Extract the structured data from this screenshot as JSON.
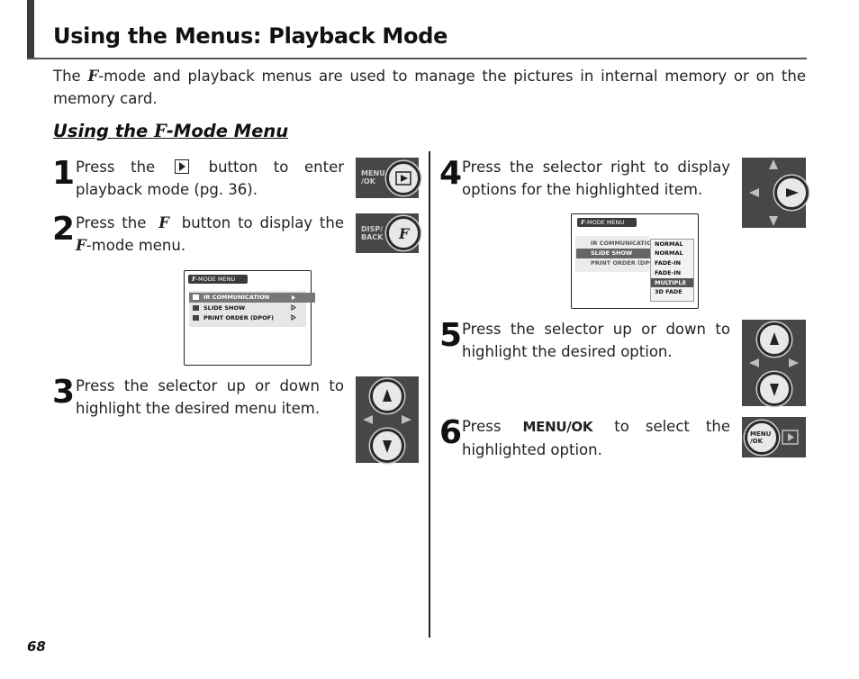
{
  "header": {
    "title": "Using the Menus: Playback Mode",
    "intro_prefix": "The",
    "intro_text": "-mode and playback menus are used to manage the pictures in internal memory or on the memory card."
  },
  "section": {
    "prefix": "Using the",
    "suffix": "-Mode Menu"
  },
  "f_symbol": "F",
  "steps": [
    {
      "num": "1",
      "pre": "Press the",
      "post": "button to enter playback mode (pg. 36)."
    },
    {
      "num": "2",
      "pre": "Press the",
      "post": "button to display the",
      "post2": "-mode menu."
    },
    {
      "num": "3",
      "text": "Press the selector up or down to highlight the desired menu item."
    },
    {
      "num": "4",
      "text": "Press the selector right to display options for the highlighted item."
    },
    {
      "num": "5",
      "text": "Press the selector up or down to highlight the desired option."
    },
    {
      "num": "6",
      "pre": "Press",
      "bold": "MENU/OK",
      "post": "to select the highlighted option."
    }
  ],
  "button_labels": {
    "menu_ok": "MENU\n/OK",
    "disp_back": "DISP/\nBACK",
    "menu_btn": "MENU\n/OK"
  },
  "menu_screen": {
    "header": "-MODE MENU",
    "items": [
      "IR COMMUNICATION",
      "SLIDE SHOW",
      "PRINT ORDER (DPOF)"
    ]
  },
  "options_screen": {
    "header": "-MODE MENU",
    "items": [
      "IR COMMUNICATION",
      "SLIDE SHOW",
      "PRINT ORDER (DPOF)"
    ],
    "options": [
      "NORMAL",
      "NORMAL",
      "FADE-IN",
      "FADE-IN",
      "MULTIPLE",
      "3D FADE"
    ]
  },
  "page_number": "68",
  "colors": {
    "dark_panel": "#474747",
    "text": "#222222"
  }
}
